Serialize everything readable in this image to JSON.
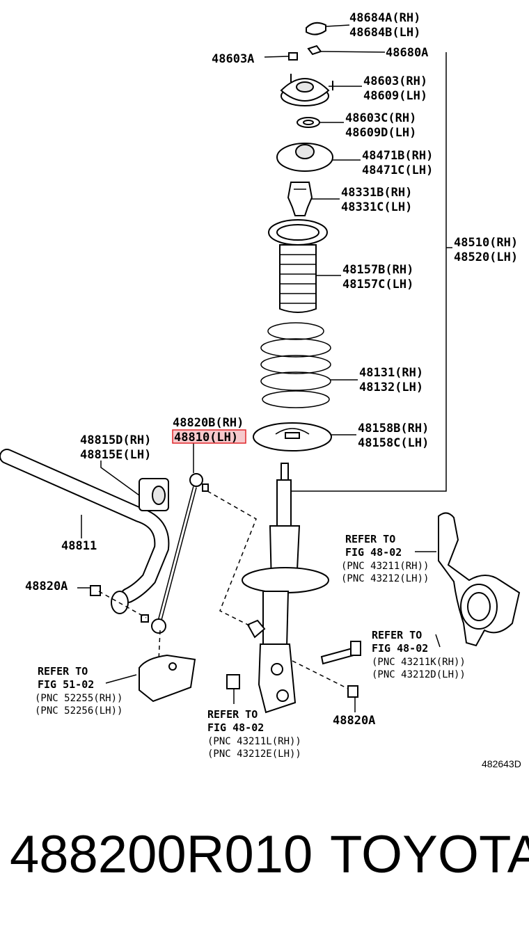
{
  "labels": {
    "p48684": [
      "48684A(RH)",
      "48684B(LH)"
    ],
    "p48680A": "48680A",
    "p48603A": "48603A",
    "p48603": [
      "48603(RH)",
      "48609(LH)"
    ],
    "p48603C": [
      "48603C(RH)",
      "48609D(LH)"
    ],
    "p48471": [
      "48471B(RH)",
      "48471C(LH)"
    ],
    "p48331": [
      "48331B(RH)",
      "48331C(LH)"
    ],
    "p48510": [
      "48510(RH)",
      "48520(LH)"
    ],
    "p48157": [
      "48157B(RH)",
      "48157C(LH)"
    ],
    "p48131": [
      "48131(RH)",
      "48132(LH)"
    ],
    "p48820B": "48820B(RH)",
    "p48810": "48810(LH)",
    "p48158": [
      "48158B(RH)",
      "48158C(LH)"
    ],
    "p48815": [
      "48815D(RH)",
      "48815E(LH)"
    ],
    "p48811": "48811",
    "p48820A_left": "48820A",
    "p48820A_right": "48820A"
  },
  "refs": {
    "knuckle_top": [
      "REFER TO",
      "FIG 48-02",
      "(PNC 43211(RH))",
      "(PNC 43212(LH))"
    ],
    "knuckle_bolt": [
      "REFER TO",
      "FIG 48-02",
      "(PNC 43211K(RH))",
      "(PNC 43212D(LH))"
    ],
    "bracket": [
      "REFER TO",
      "FIG 51-02",
      "(PNC 52255(RH))",
      "(PNC 52256(LH))"
    ],
    "strut_nut": [
      "REFER TO",
      "FIG 48-02",
      "(PNC 43211L(RH))",
      "(PNC 43212E(LH))"
    ]
  },
  "diagram_code": "482643D",
  "footer": {
    "part_number": "488200R010",
    "brand": "TOYOTA"
  },
  "highlight_color": "#e0262a"
}
